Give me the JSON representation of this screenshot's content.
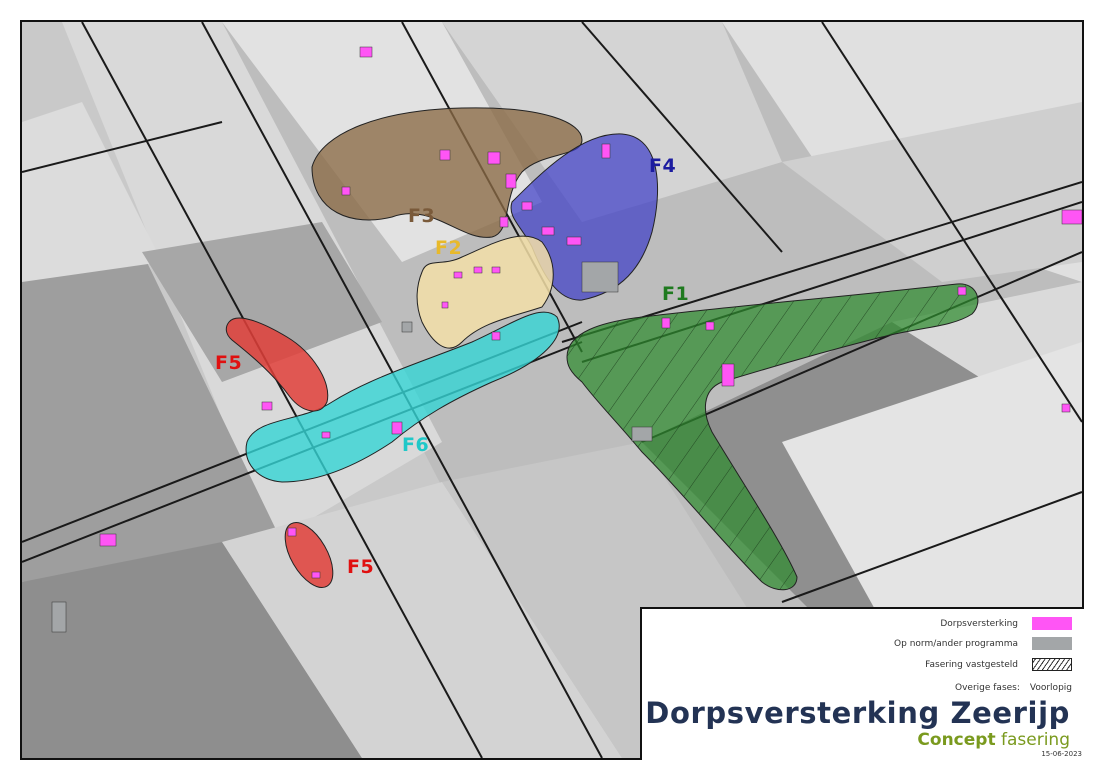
{
  "map": {
    "type": "aerial-phasing-map",
    "phases": [
      {
        "id": "F1",
        "label": "F1",
        "color": "#2e8b2e",
        "label_color": "#1f7a1f",
        "hatched": true
      },
      {
        "id": "F2",
        "label": "F2",
        "color": "#f3dfa8",
        "label_color": "#e8b92a",
        "hatched": false
      },
      {
        "id": "F3",
        "label": "F3",
        "color": "#8b6a45",
        "label_color": "#7a5a3a",
        "hatched": false
      },
      {
        "id": "F4",
        "label": "F4",
        "color": "#3c3cc8",
        "label_color": "#1c1ca0",
        "hatched": false
      },
      {
        "id": "F5a",
        "label": "F5",
        "color": "#e0403a",
        "label_color": "#e01010",
        "hatched": false
      },
      {
        "id": "F5b",
        "label": "F5",
        "color": "#e0403a",
        "label_color": "#e01010",
        "hatched": false
      },
      {
        "id": "F6",
        "label": "F6",
        "color": "#35d4d4",
        "label_color": "#20c8c8",
        "hatched": false
      }
    ]
  },
  "legend": {
    "items": [
      {
        "label": "Dorpsversterking",
        "swatch": "pink",
        "color": "#ff55f5"
      },
      {
        "label": "Op norm/ander programma",
        "swatch": "grey",
        "color": "#a3a6a8"
      },
      {
        "label": "Fasering vastgesteld",
        "swatch": "hatch"
      }
    ],
    "overige_label": "Overige fases:",
    "overige_value": "Voorlopig"
  },
  "title": {
    "main": "Dorpsversterking Zeerijp",
    "sub_bold": "Concept",
    "sub_rest": " fasering",
    "main_color": "#233354",
    "sub_color": "#7a9a1e"
  },
  "date": "15-06-2023"
}
